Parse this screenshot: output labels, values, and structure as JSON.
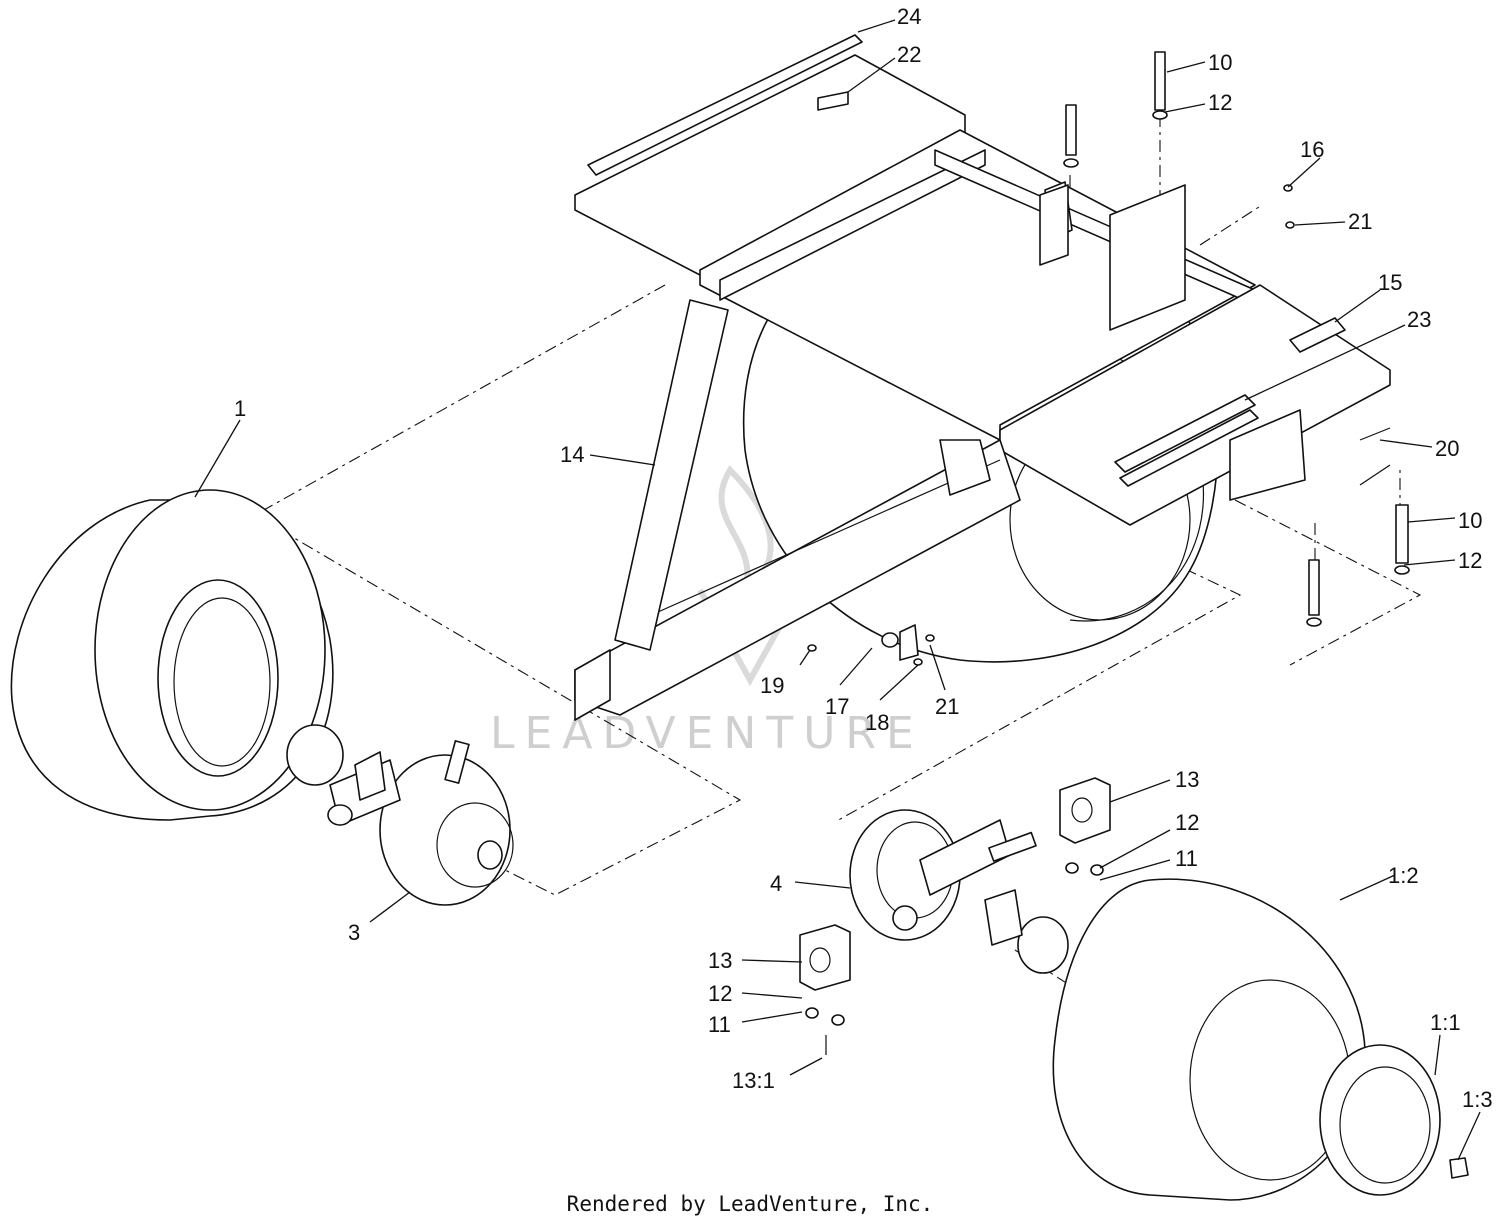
{
  "watermark": "LEADVENTURE",
  "footer": "Rendered by LeadVenture, Inc.",
  "callouts": [
    {
      "id": "c24",
      "label": "24"
    },
    {
      "id": "c22",
      "label": "22"
    },
    {
      "id": "c10a",
      "label": "10"
    },
    {
      "id": "c12a",
      "label": "12"
    },
    {
      "id": "c16",
      "label": "16"
    },
    {
      "id": "c21a",
      "label": "21"
    },
    {
      "id": "c15",
      "label": "15"
    },
    {
      "id": "c23",
      "label": "23"
    },
    {
      "id": "c20",
      "label": "20"
    },
    {
      "id": "c10b",
      "label": "10"
    },
    {
      "id": "c12b",
      "label": "12"
    },
    {
      "id": "c1",
      "label": "1"
    },
    {
      "id": "c14",
      "label": "14"
    },
    {
      "id": "c19",
      "label": "19"
    },
    {
      "id": "c17",
      "label": "17"
    },
    {
      "id": "c18",
      "label": "18"
    },
    {
      "id": "c21b",
      "label": "21"
    },
    {
      "id": "c3",
      "label": "3"
    },
    {
      "id": "c13a",
      "label": "13"
    },
    {
      "id": "c12c",
      "label": "12"
    },
    {
      "id": "c11a",
      "label": "11"
    },
    {
      "id": "c4",
      "label": "4"
    },
    {
      "id": "c1_2",
      "label": "1:2"
    },
    {
      "id": "c13b",
      "label": "13"
    },
    {
      "id": "c12d",
      "label": "12"
    },
    {
      "id": "c11b",
      "label": "11"
    },
    {
      "id": "c13_1",
      "label": "13:1"
    },
    {
      "id": "c1_1",
      "label": "1:1"
    },
    {
      "id": "c1_3",
      "label": "1:3"
    }
  ]
}
